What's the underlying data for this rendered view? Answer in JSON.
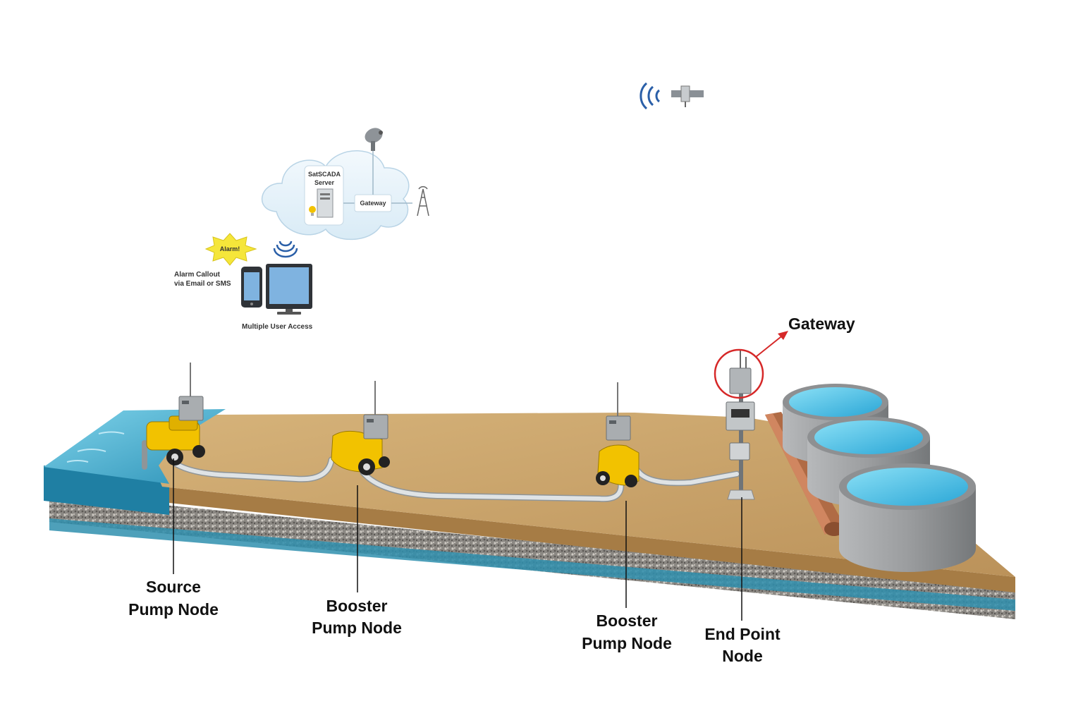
{
  "cloud": {
    "server_line1": "SatSCADA",
    "server_line2": "Server",
    "gateway": "Gateway"
  },
  "alarm": {
    "badge": "Alarm!",
    "callout_line1": "Alarm Callout",
    "callout_line2": "via Email or SMS"
  },
  "user_access": "Multiple User Access",
  "gateway_label": "Gateway",
  "nodes": [
    {
      "line1": "Source",
      "line2": "Pump Node"
    },
    {
      "line1": "Booster",
      "line2": "Pump Node"
    },
    {
      "line1": "Booster",
      "line2": "Pump Node"
    },
    {
      "line1": "End Point",
      "line2": "Node"
    }
  ],
  "colors": {
    "soil": "#c9a36a",
    "water": "#3fa9c9",
    "pump_yellow": "#f2c200",
    "pipe": "#d6dadc",
    "highlight": "#d62828",
    "tank": "#9a9c9e",
    "tank_water": "#4fc3e8"
  },
  "icons": [
    "satellite-icon",
    "satellite-dish-icon",
    "cell-tower-icon",
    "server-icon",
    "smartphone-icon",
    "monitor-icon",
    "wifi-signal-icon",
    "alarm-starburst-icon",
    "pump-icon",
    "radio-antenna-icon",
    "control-box-icon",
    "water-tank-icon"
  ]
}
